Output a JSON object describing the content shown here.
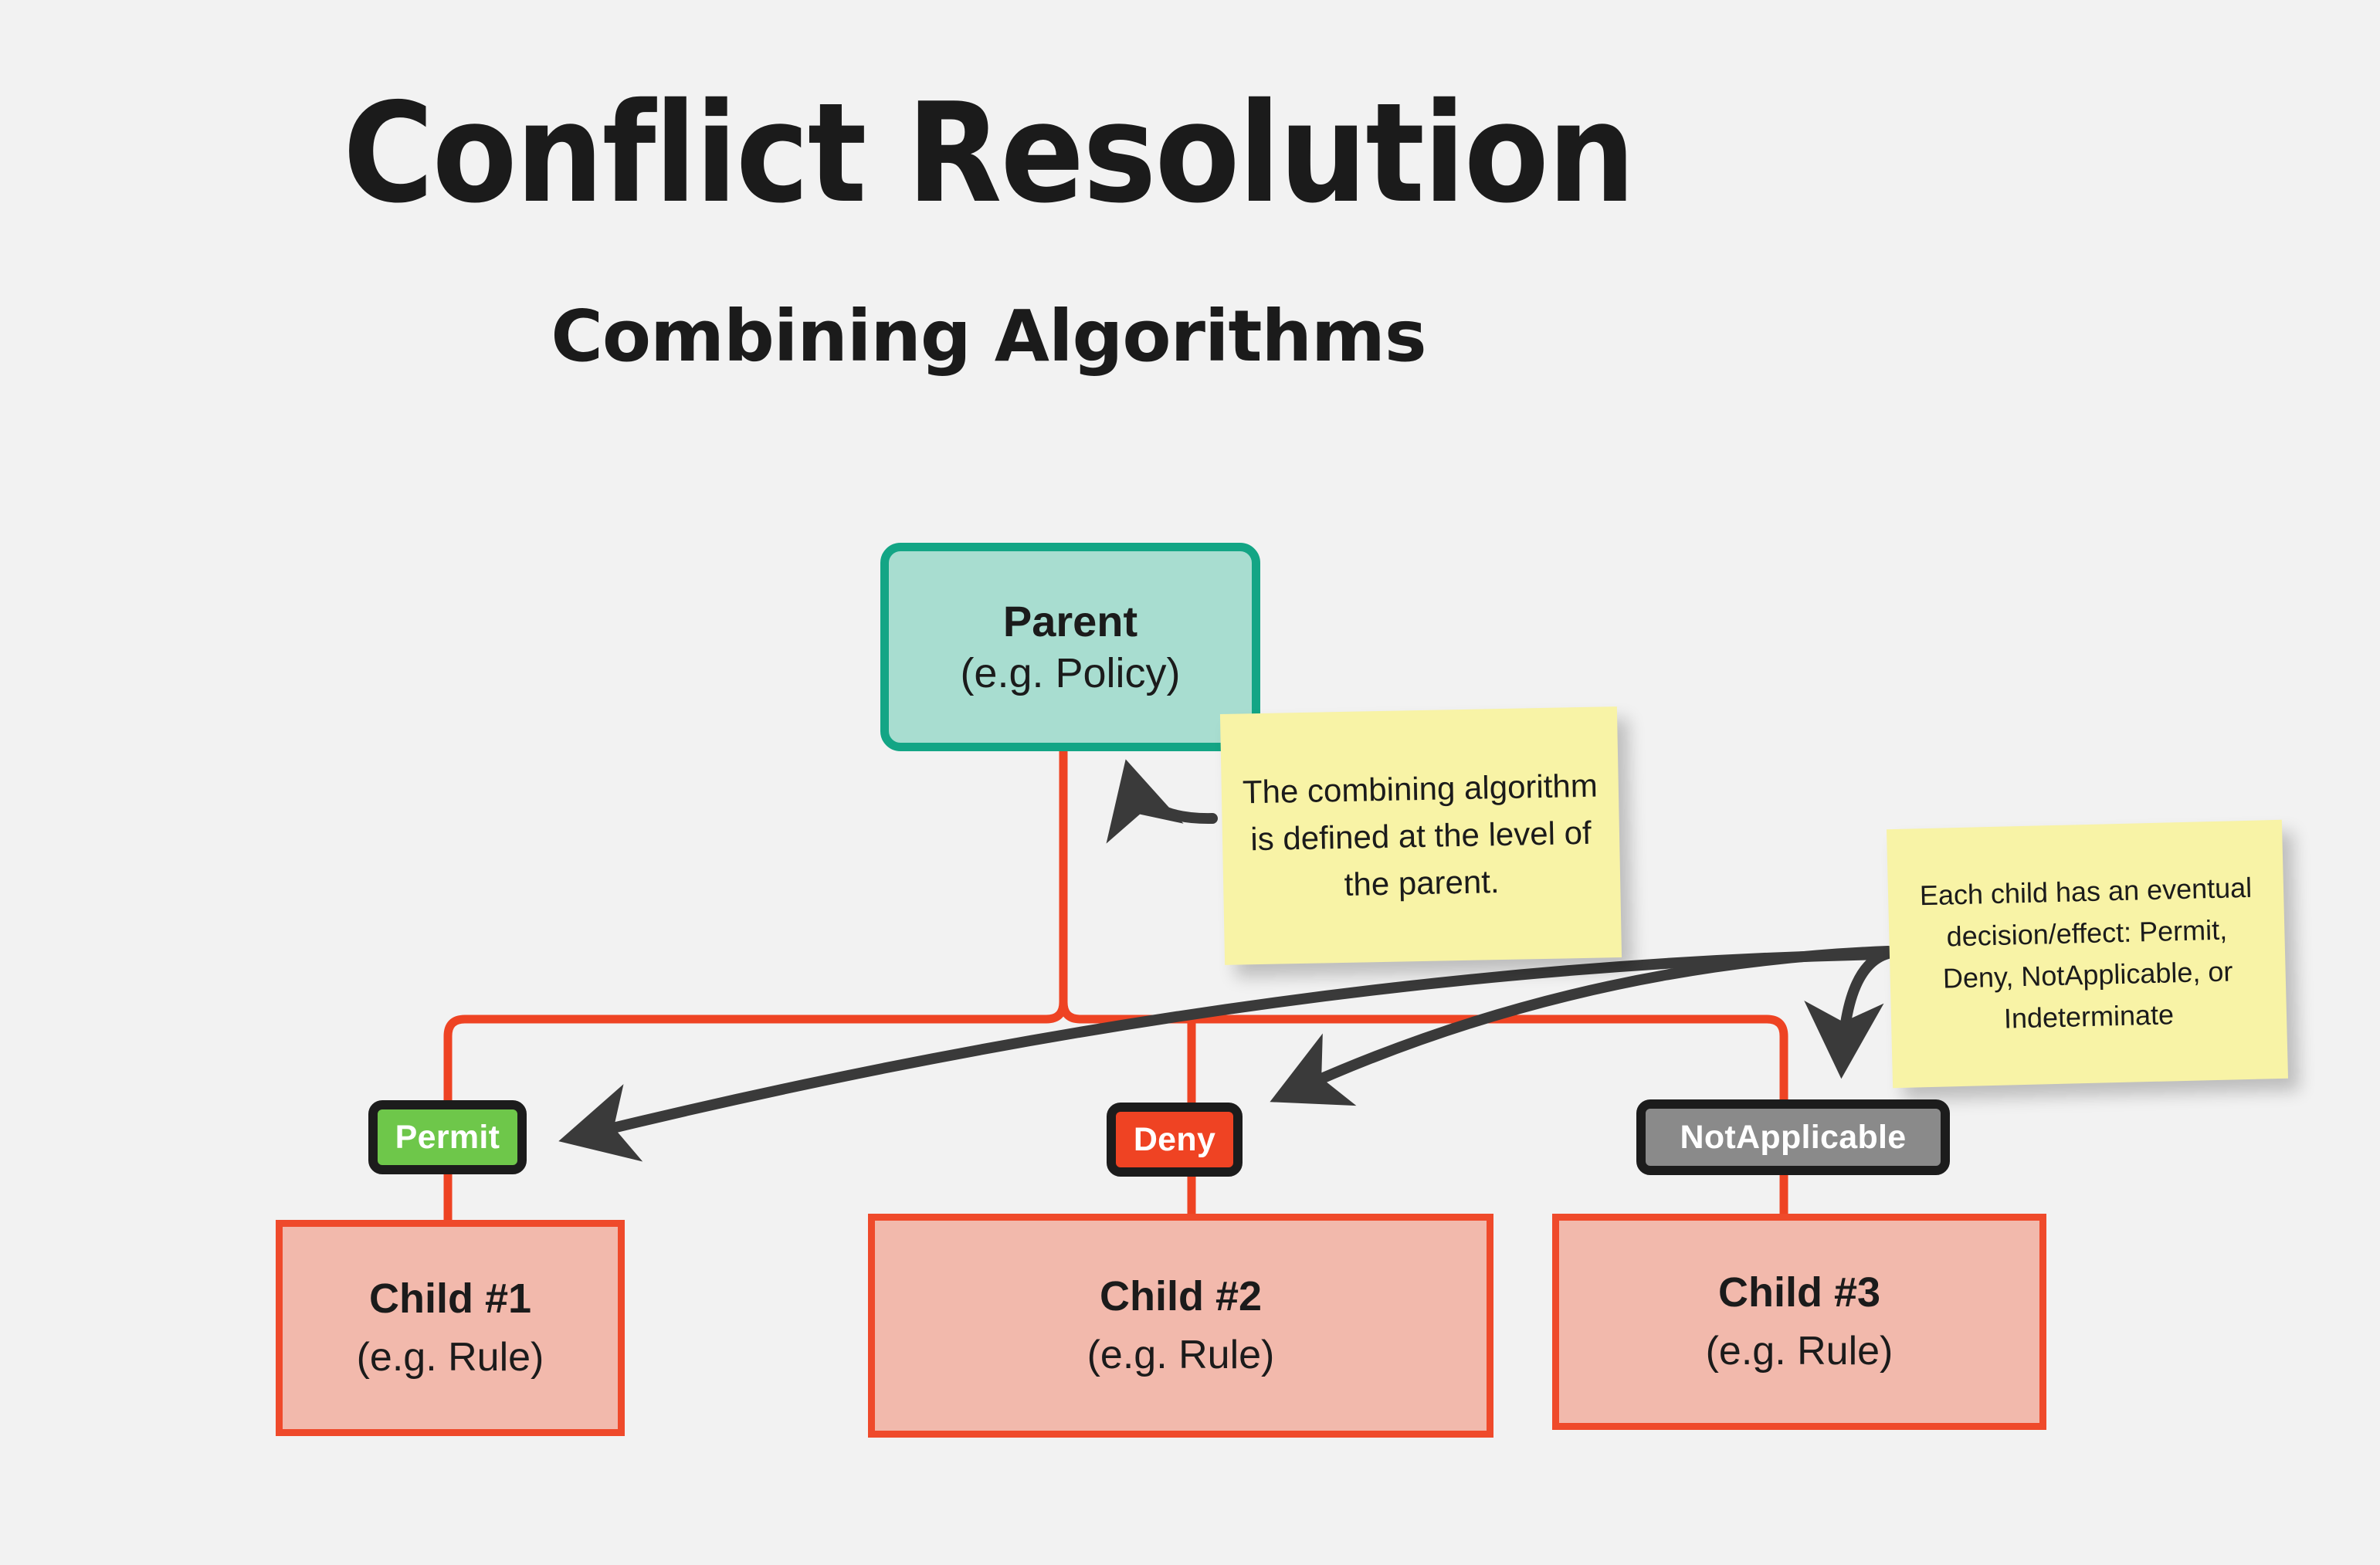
{
  "page": {
    "background_color": "#f2f2f2",
    "title": "Conflict Resolution",
    "subtitle": "Combining Algorithms"
  },
  "colors": {
    "connector_red": "#ee4323",
    "parent_fill": "#a8ddd0",
    "parent_border": "#13a585",
    "child_fill": "#f2b9ac",
    "child_border": "#ef4a2b",
    "permit_green": "#6ec74a",
    "deny_red": "#ef4323",
    "notapplicable_gray": "#8a8a8a",
    "badge_border": "#1c1c1c",
    "sticky_yellow": "#f8f3a6",
    "arrow_dark": "#3a3a3a",
    "text_dark": "#1b1b1b"
  },
  "diagram": {
    "parent": {
      "title": "Parent",
      "subtitle": "(e.g. Policy)"
    },
    "children": [
      {
        "title": "Child #1",
        "subtitle": "(e.g. Rule)"
      },
      {
        "title": "Child #2",
        "subtitle": "(e.g. Rule)"
      },
      {
        "title": "Child #3",
        "subtitle": "(e.g. Rule)"
      }
    ],
    "effect_badges": [
      {
        "label": "Permit",
        "color": "#6ec74a"
      },
      {
        "label": "Deny",
        "color": "#ef4323"
      },
      {
        "label": "NotApplicable",
        "color": "#8a8a8a"
      }
    ],
    "notes": [
      {
        "text": "The combining algorithm is defined at the level of the parent."
      },
      {
        "text": "Each child has an eventual decision/effect: Permit, Deny, NotApplicable, or Indeterminate"
      }
    ]
  }
}
